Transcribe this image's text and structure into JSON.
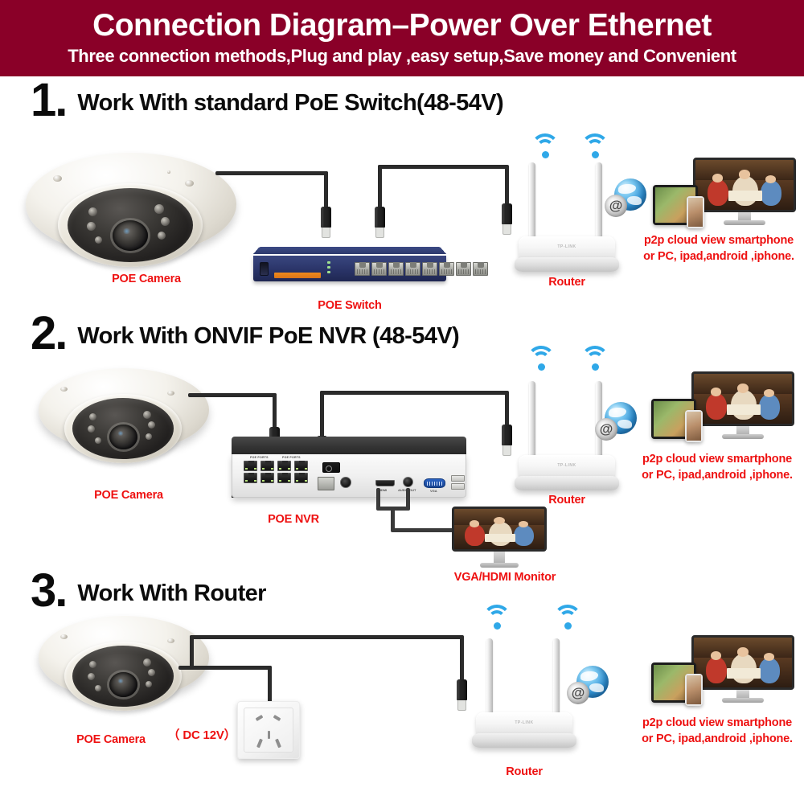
{
  "banner": {
    "title": "Connection Diagram–Power Over Ethernet",
    "subtitle": "Three connection methods,Plug and play ,easy setup,Save money and Convenient",
    "bg_color": "#8a0028",
    "text_color": "#ffffff"
  },
  "accent_colors": {
    "label_red": "#ee1111",
    "wifi_blue": "#2fa8e8",
    "switch_blue": "#2d3a6e",
    "heading_black": "#0b0b0b"
  },
  "sections": [
    {
      "number": "1.",
      "title": "Work With standard PoE Switch(48-54V)",
      "labels": {
        "camera": "POE Camera",
        "switch": "POE Switch",
        "router": "Router",
        "cloud": "p2p cloud view smartphone\nor PC, ipad,android ,iphone."
      },
      "icons": [
        "dome-camera-icon",
        "poe-switch-icon",
        "ethernet-cable-icon",
        "router-icon",
        "wifi-signal-icon",
        "internet-globe-icon",
        "device-cluster-icon"
      ]
    },
    {
      "number": "2.",
      "title": "Work With ONVIF PoE NVR (48-54V)",
      "labels": {
        "camera": "POE Camera",
        "nvr": "POE NVR",
        "router": "Router",
        "monitor": "VGA/HDMI Monitor",
        "cloud": "p2p cloud view smartphone\nor PC, ipad,android ,iphone."
      },
      "nvr_ports": {
        "poe_group_caption": "POE PORTS",
        "hdmi": "HDMI",
        "audio": "AUDIO OUT",
        "vga": "VGA",
        "usb": "USB"
      },
      "icons": [
        "dome-camera-icon",
        "poe-nvr-icon",
        "ethernet-cable-icon",
        "router-icon",
        "wifi-signal-icon",
        "internet-globe-icon",
        "device-cluster-icon",
        "vga-hdmi-monitor-icon"
      ]
    },
    {
      "number": "3.",
      "title": "Work With Router",
      "labels": {
        "camera": "POE Camera",
        "power": "（ DC 12V）",
        "router": "Router",
        "cloud": "p2p cloud view smartphone\nor PC, ipad,android ,iphone."
      },
      "icons": [
        "dome-camera-icon",
        "wall-socket-icon",
        "power-cable-icon",
        "router-icon",
        "wifi-signal-icon",
        "internet-globe-icon",
        "device-cluster-icon"
      ]
    }
  ],
  "globe_icon_glyph": "@"
}
